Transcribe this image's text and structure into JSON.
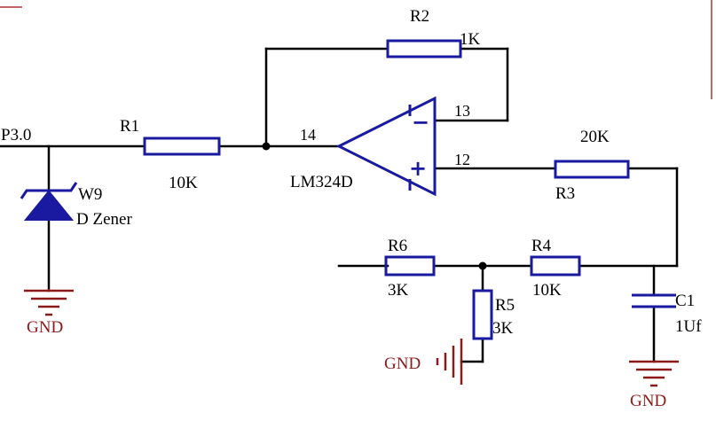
{
  "net_label": "P3.0",
  "components": {
    "r1": {
      "ref": "R1",
      "value": "10K"
    },
    "r2": {
      "ref": "R2",
      "value": "1K"
    },
    "r3": {
      "ref": "R3",
      "value": "20K"
    },
    "r4": {
      "ref": "R4",
      "value": "10K"
    },
    "r5": {
      "ref": "R5",
      "value": "3K"
    },
    "r6": {
      "ref": "R6",
      "value": "3K"
    },
    "c1": {
      "ref": "C1",
      "value": "1Uf"
    },
    "w9": {
      "ref": "W9",
      "value": "D Zener"
    },
    "u1": {
      "ref": "LM324D",
      "pin_out": "14",
      "pin_inv": "13",
      "pin_noninv": "12",
      "minus": "−",
      "plus": "+"
    }
  },
  "ground_label": "GND",
  "colors": {
    "wire": "#000000",
    "component": "#1a1aa0",
    "ground": "#8b1a1a"
  }
}
